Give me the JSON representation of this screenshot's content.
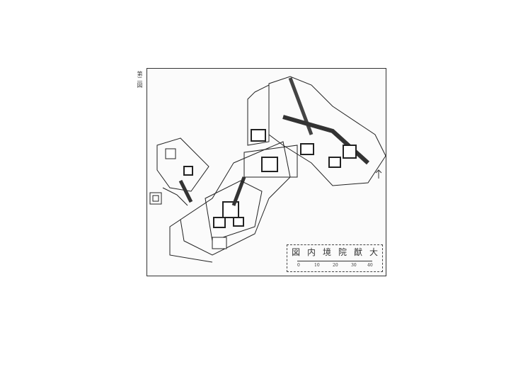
{
  "figure_label": "第二図",
  "title_chars": [
    "大",
    "猷",
    "院",
    "境",
    "内",
    "図"
  ],
  "scale_ticks": [
    "0",
    "10",
    "20",
    "30",
    "40"
  ]
}
